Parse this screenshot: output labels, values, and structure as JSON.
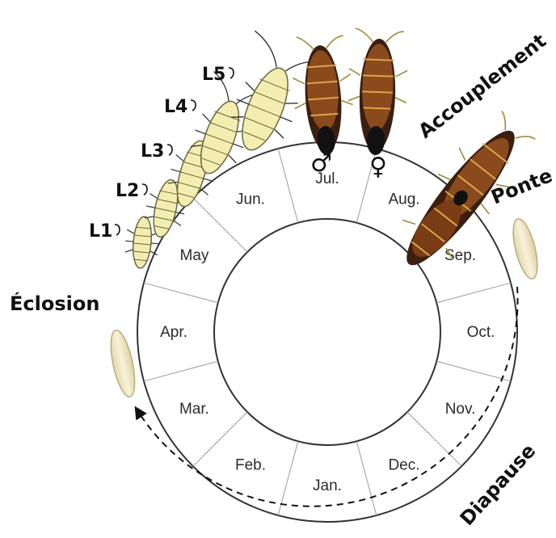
{
  "months": [
    "Jan.",
    "Feb.",
    "Mar.",
    "Apr.",
    "May",
    "Jun.",
    "Jul.",
    "Aug.",
    "Sep.",
    "Oct.",
    "Nov.",
    "Dec."
  ],
  "larval_stages": [
    "L1",
    "L2",
    "L3",
    "L4",
    "L5"
  ],
  "phases": {
    "hatching": "Éclosion",
    "mating": "Accouplement",
    "laying": "Ponte",
    "diapause": "Diapause"
  },
  "sex_symbols": {
    "male": "♂",
    "female": "♀"
  },
  "colors": {
    "ring_line": "#333333",
    "divider": "#9a9a9a",
    "larva_fill": "#f3eeb0",
    "larva_stroke": "#6b6640",
    "adult_body": "#3a1e10",
    "adult_wing": "#8a4a1c",
    "adult_band": "#d9a54a",
    "egg_fill": "#efe7c4",
    "egg_stroke": "#b8ab7a"
  }
}
